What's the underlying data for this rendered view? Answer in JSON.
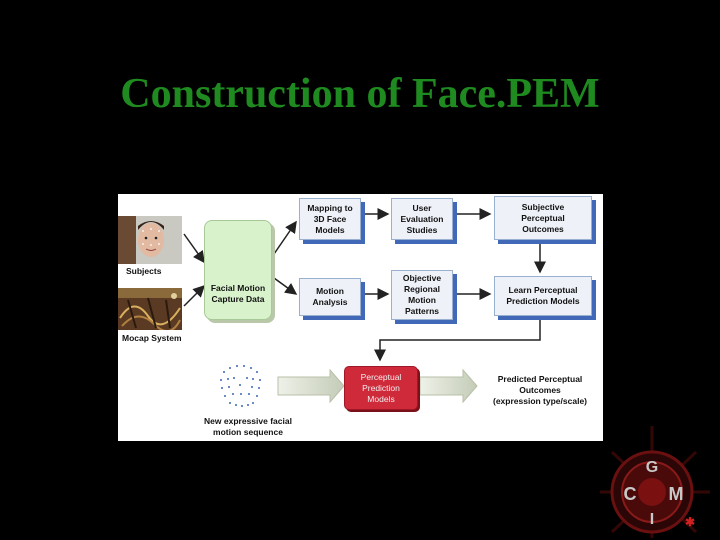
{
  "title": "Construction of Face.PEM",
  "diagram": {
    "subjects_label": "Subjects",
    "mocap_label": "Mocap System",
    "capture_box": [
      "Facial Motion",
      "Capture Data"
    ],
    "mapping_box": [
      "Mapping to",
      "3D Face",
      "Models"
    ],
    "user_eval_box": [
      "User",
      "Evaluation",
      "Studies"
    ],
    "subjective_box": [
      "Subjective",
      "Perceptual",
      "Outcomes"
    ],
    "motion_analysis_box": [
      "Motion",
      "Analysis"
    ],
    "objective_box": [
      "Objective",
      "Regional",
      "Motion",
      "Patterns"
    ],
    "learn_box": [
      "Learn Perceptual",
      "Prediction Models"
    ],
    "pem_box": [
      "Perceptual",
      "Prediction",
      "Models"
    ],
    "predicted_label": [
      "Predicted Perceptual",
      "Outcomes",
      "(expression type/scale)"
    ],
    "new_sequence_label": [
      "New expressive facial",
      "motion sequence"
    ]
  },
  "colors": {
    "title": "#1f8a1f",
    "box_fill": "#eef1f8",
    "box_shadow": "#4169b8",
    "capture_fill": "#d8f2cc",
    "pem_fill": "#cf2a3a",
    "pem_text": "#f0f0f0"
  },
  "icons": {
    "logo": "cgim-lab-logo"
  }
}
